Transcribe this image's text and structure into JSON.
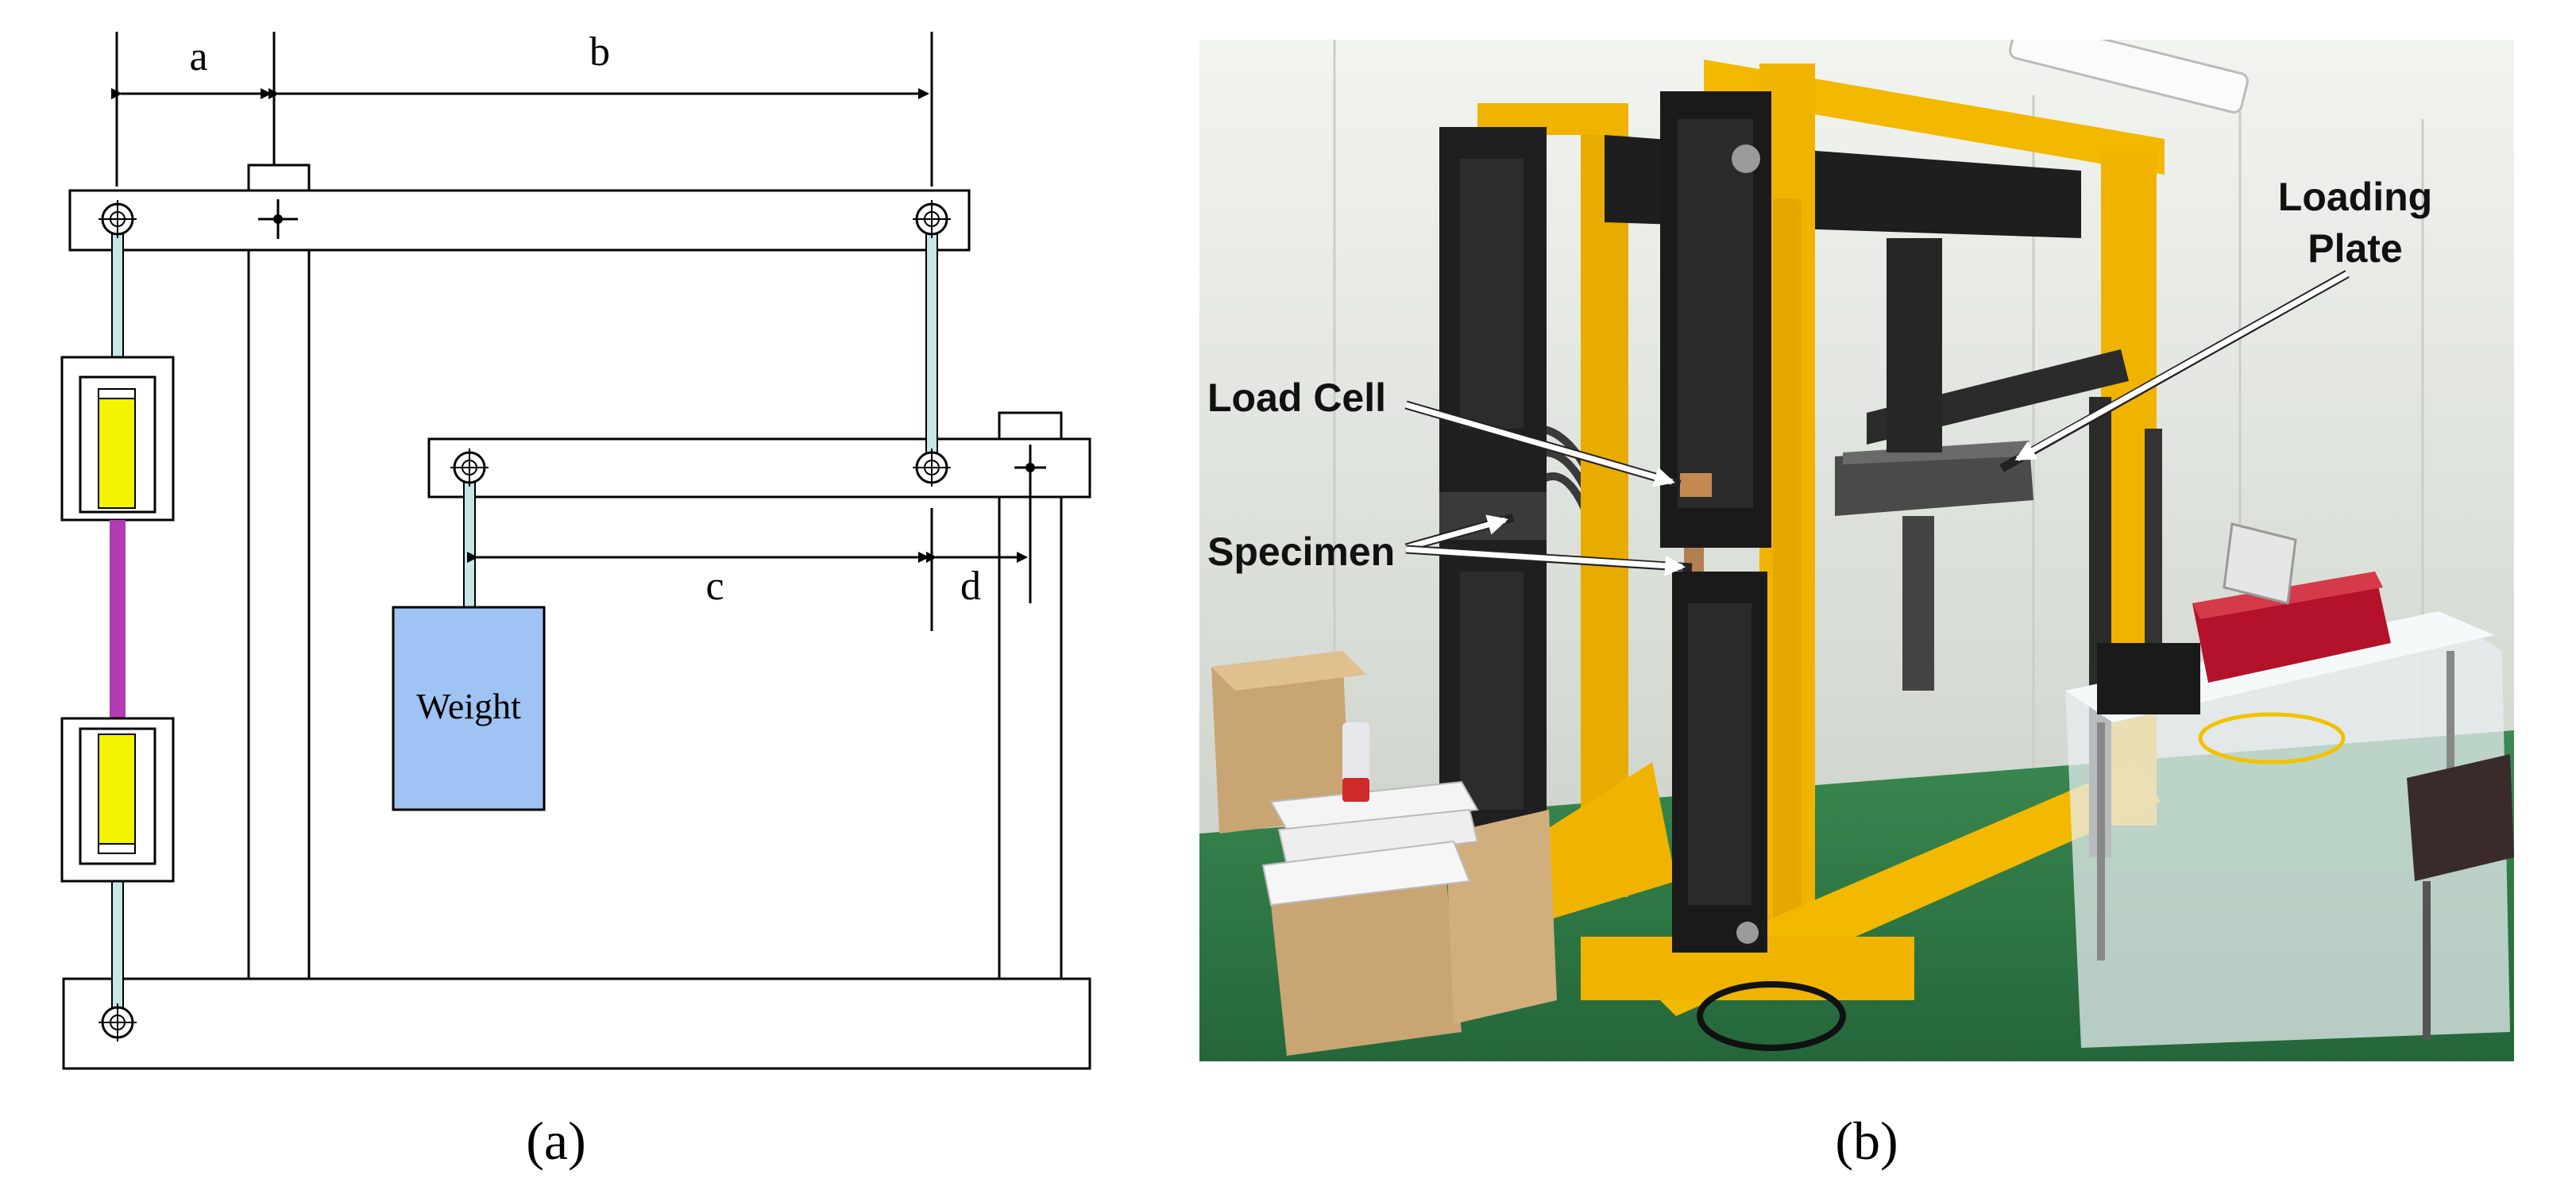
{
  "figure": {
    "panel_a": {
      "caption": "(a)",
      "dimension_labels": {
        "a": "a",
        "b": "b",
        "c": "c",
        "d": "d"
      },
      "weight_label": "Weight"
    },
    "panel_b": {
      "caption": "(b)",
      "callouts": {
        "loading_plate_line1": "Loading",
        "loading_plate_line2": "Plate",
        "load_cell": "Load Cell",
        "specimen": "Specimen"
      }
    }
  },
  "colors": {
    "specimen_bar": "#b23ab2",
    "grip_insert": "#f4f400",
    "weight_box": "#9fc3f2",
    "rod": "#c8e6e6",
    "frame_yellow": "#f0b400",
    "frame_black": "#1f1f1f",
    "wall": "#e9ece8",
    "floor": "#2e7a44"
  }
}
